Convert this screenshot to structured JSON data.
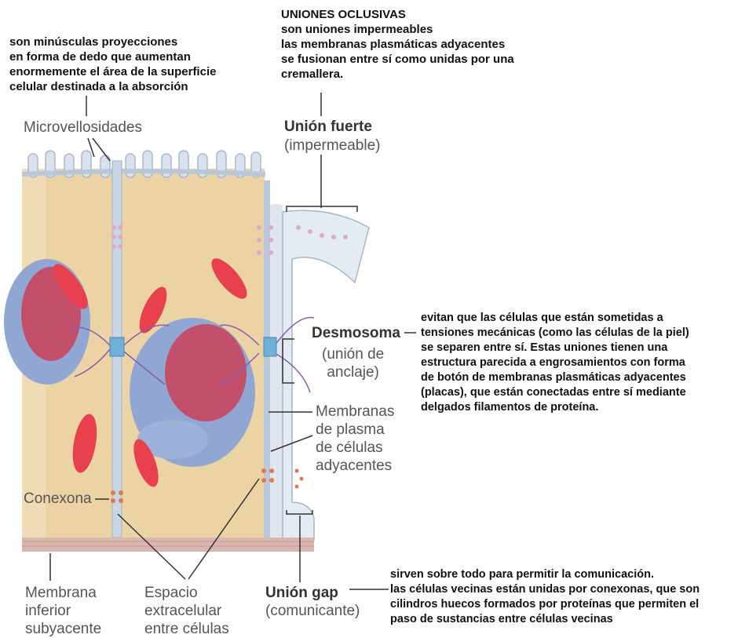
{
  "notes": {
    "microvilli": "son minúsculas proyecciones\nen forma de dedo que aumentan\nenormemente el área de la superficie\ncelular destinada a la absorción",
    "tight": "UNIONES OCLUSIVAS\nson uniones impermeables\nlas membranas plasmáticas adyacentes\nse fusionan entre sí como unidas por una\ncremallera.",
    "desmosome": "evitan que las células que están sometidas a\ntensiones mecánicas (como las células de la piel)\nse separen entre sí. Estas uniones tienen una\nestructura parecida a engrosamientos con forma\nde botón de membranas plasmáticas adyacentes\n(placas), que están conectadas entre sí mediante\ndelgados filamentos de proteína.",
    "gap": "sirven sobre todo para permitir la comunicación.\nlas células vecinas están unidas por conexonas, que son\ncilindros huecos formados por proteínas que permiten el\npaso de sustancias entre células vecinas"
  },
  "labels": {
    "microvellosidades": "Microvellosidades",
    "union_fuerte": "Unión fuerte",
    "impermeable": "(impermeable)",
    "desmosoma": "Desmosoma",
    "anclaje": "(unión de\nanclaje)",
    "membranas": "Membranas\nde plasma\nde células\nadyacentes",
    "conexona": "Conexona",
    "membrana_inferior": "Membrana\ninferior\nsubyacente",
    "espacio": "Espacio\nextracelular\nentre células",
    "union_gap": "Unión gap",
    "comunicante": "(comunicante)"
  },
  "colors": {
    "cytoplasm": "#ecd3a4",
    "membrane": "#c9d6e6",
    "nucleus_blue": "#8fa7d2",
    "nucleus_red": "#c8475e",
    "mitochondria": "#e8414d",
    "basement": "#d9b7b0",
    "filament": "#8a5bb5"
  }
}
